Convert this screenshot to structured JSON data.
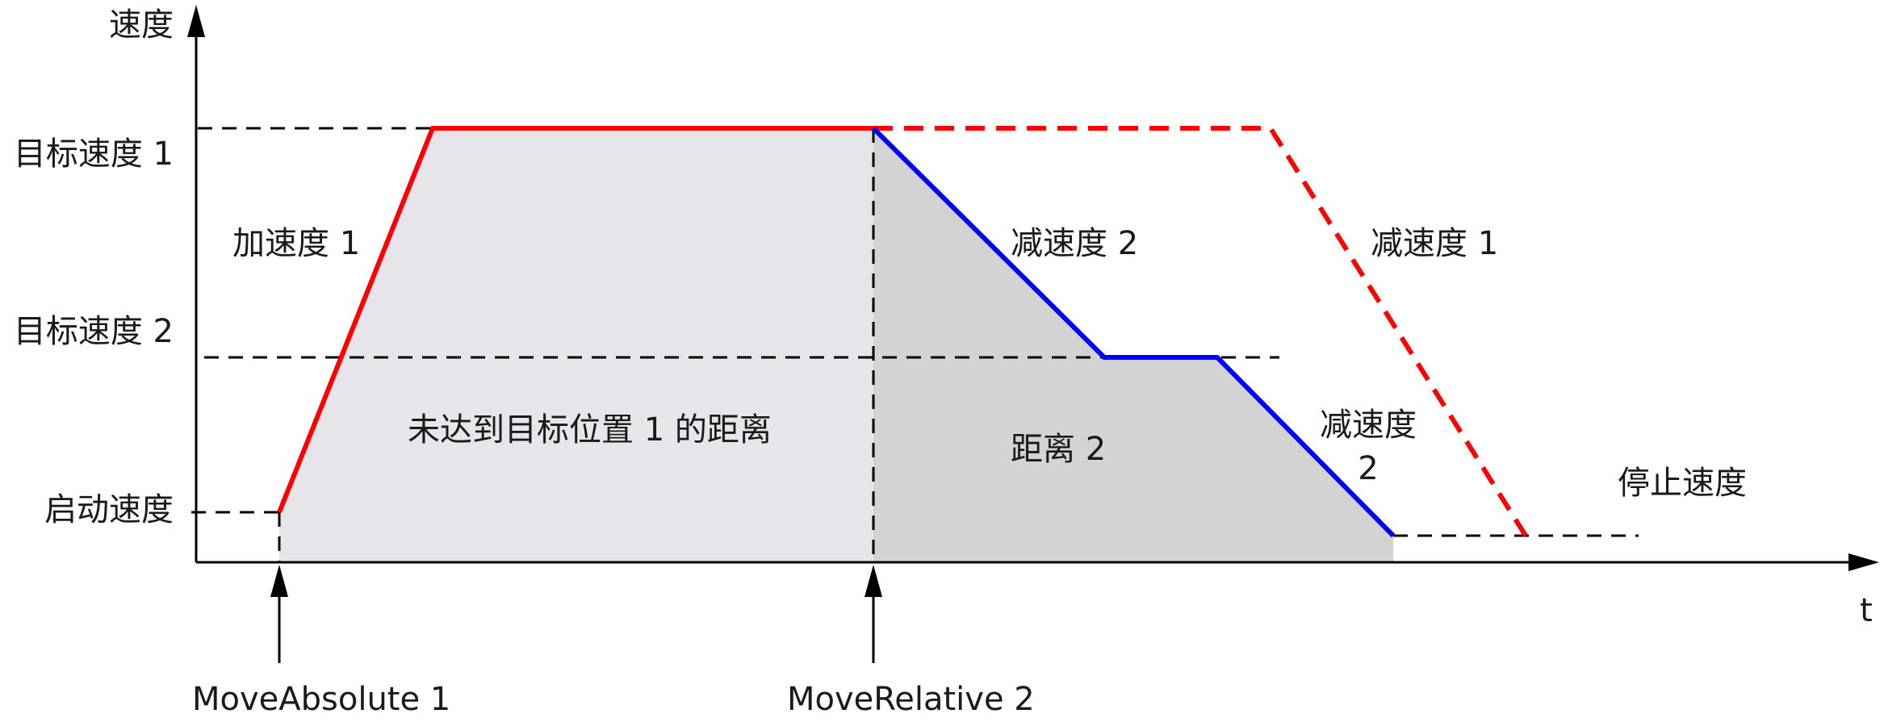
{
  "axes": {
    "y_label": "速度",
    "x_label": "t"
  },
  "levels": {
    "target_speed_1": "目标速度 1",
    "target_speed_2": "目标速度 2",
    "start_speed": "启动速度"
  },
  "annotations": {
    "accel_1": "加速度 1",
    "decel_2_upper": "减速度 2",
    "decel_1": "减速度 1",
    "decel_2_lower_line1": "减速度",
    "decel_2_lower_line2": "2",
    "stop_speed": "停止速度",
    "distance_unreached": "未达到目标位置 1 的距离",
    "distance_2": "距离 2"
  },
  "events": {
    "move_absolute": "MoveAbsolute 1",
    "move_relative": "MoveRelative 2"
  },
  "colors": {
    "profile_1": "#ff0000",
    "profile_2": "#0000ff",
    "area_unreached": "#e6e5ea",
    "area_distance_2": "#d3d3d3",
    "axis": "#000000",
    "guide": "#000000"
  }
}
